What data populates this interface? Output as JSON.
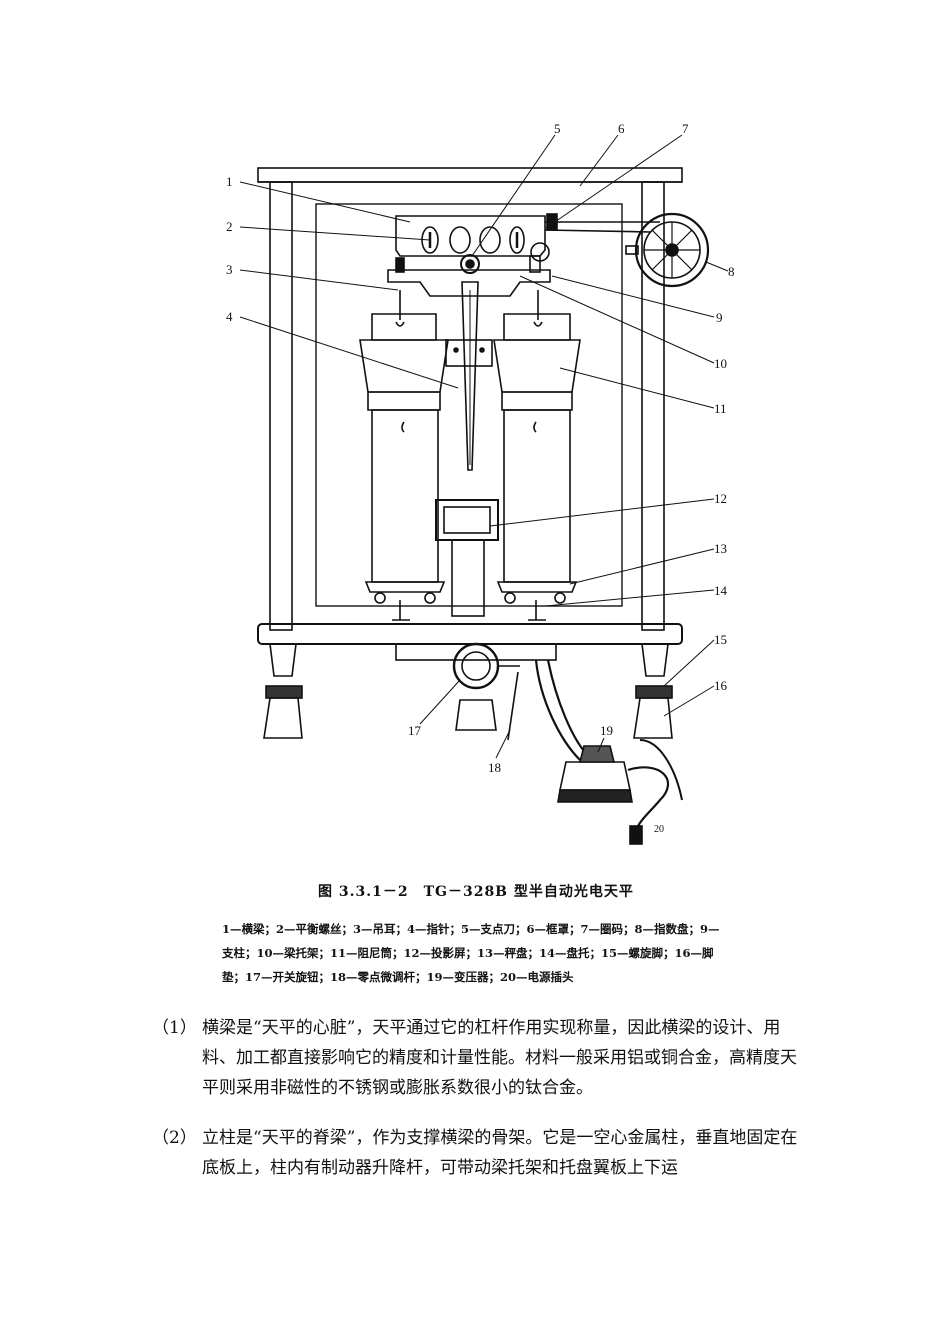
{
  "figure": {
    "part_numbers": [
      "1",
      "2",
      "3",
      "4",
      "5",
      "6",
      "7",
      "8",
      "9",
      "10",
      "11",
      "12",
      "13",
      "14",
      "15",
      "16",
      "17",
      "18",
      "19",
      "20"
    ],
    "caption": "图 3.3.1－2　TG－328B 型半自动光电天平",
    "legend": "1—横梁；2—平衡螺丝；3—吊耳；4—指针；5—支点刀；6—框罩；7—圈码；8—指数盘；9—支柱；10—梁托架；11—阻尼筒；12—投影屏；13—秤盘；14—盘托；15—螺旋脚；16—脚垫；17—开关旋钮；18—零点微调杆；19—变压器；20—电源插头"
  },
  "paragraphs": [
    {
      "number": "（1）",
      "text": "横梁是“天平的心脏”，天平通过它的杠杆作用实现称量，因此横梁的设计、用料、加工都直接影响它的精度和计量性能。材料一般采用铝或铜合金，高精度天平则采用非磁性的不锈钢或膨胀系数很小的钛合金。"
    },
    {
      "number": "（2）",
      "text": "立柱是“天平的脊梁”，作为支撑横梁的骨架。它是一空心金属柱，垂直地固定在底板上，柱内有制动器升降杆，可带动梁托架和托盘翼板上下运"
    }
  ]
}
